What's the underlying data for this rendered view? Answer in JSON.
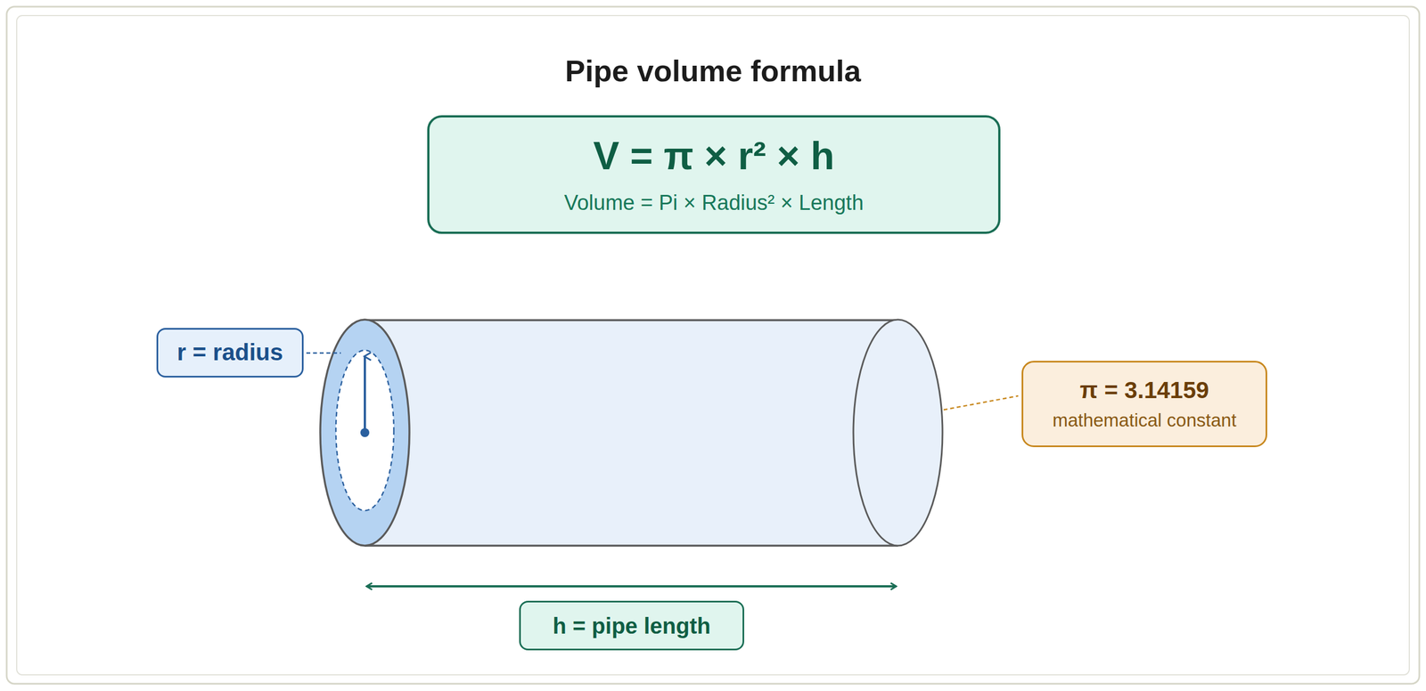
{
  "diagram": {
    "title": "Pipe volume formula",
    "nodes": [
      {
        "text": [
          "V = π × r² × h",
          "Volume = Pi × Radius² × Length"
        ]
      },
      {
        "text": [
          "r = radius"
        ]
      },
      {
        "text": [
          "π = 3.14159",
          "mathematical constant"
        ]
      },
      {
        "text": [
          "h = pipe length"
        ]
      }
    ]
  }
}
